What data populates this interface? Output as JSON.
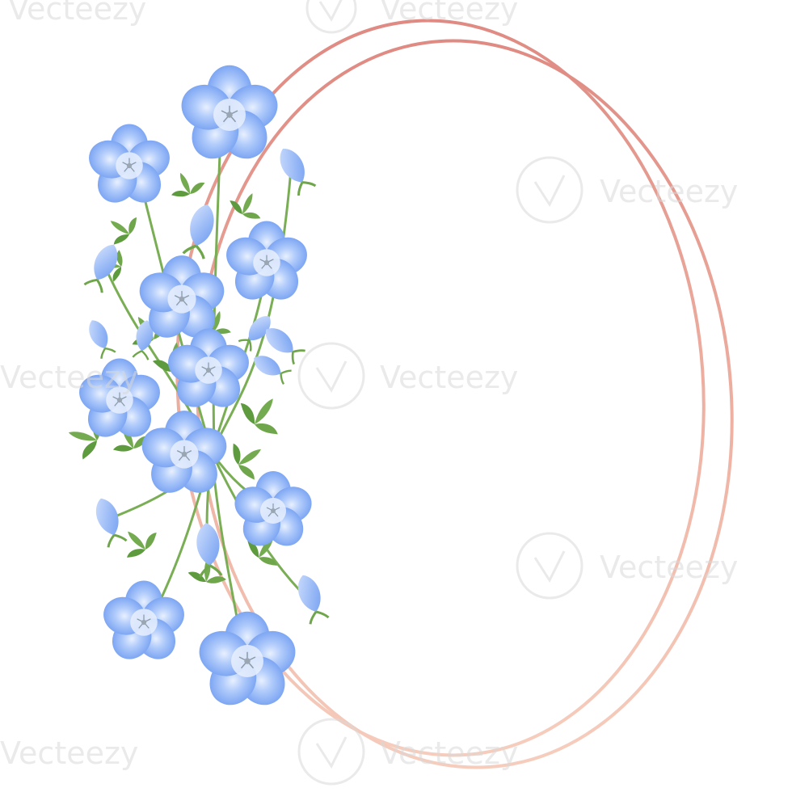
{
  "watermark": {
    "brand": "Vecteezy"
  },
  "colors": {
    "frame_top": "#df8a82",
    "frame_bottom": "#f3c4b4",
    "petal_light": "#aac8fb",
    "petal_dark": "#5f8fef",
    "petal_center": "#e6eefc",
    "leaf": "#6fa64b",
    "leaf_dark": "#4e8a34",
    "stem": "#7aae55",
    "watermark": "#d9d9d9"
  },
  "illustration": {
    "subject": "blue-flower-bouquet",
    "frame": "double-oval-frame"
  }
}
